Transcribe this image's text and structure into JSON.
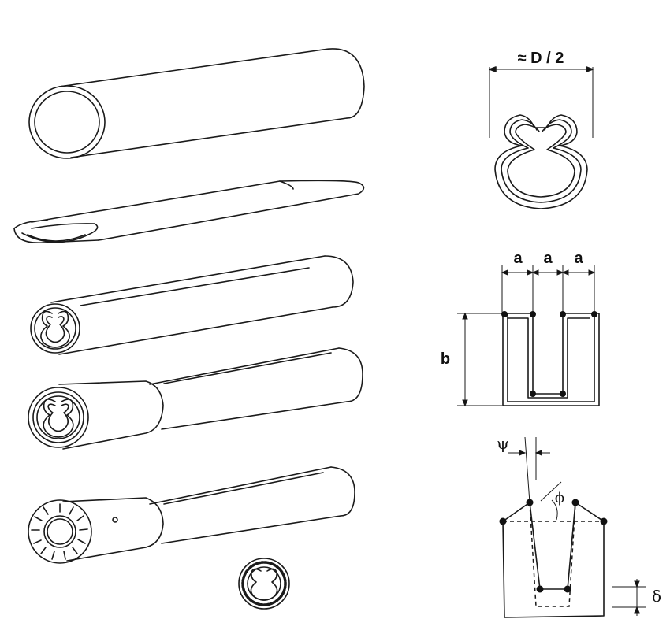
{
  "figure": {
    "labels": {
      "width_label": "≈ D / 2",
      "a1": "a",
      "a2": "a",
      "a3": "a",
      "b": "b",
      "psi": "ψ",
      "phi": "ϕ",
      "delta": "δ"
    }
  }
}
